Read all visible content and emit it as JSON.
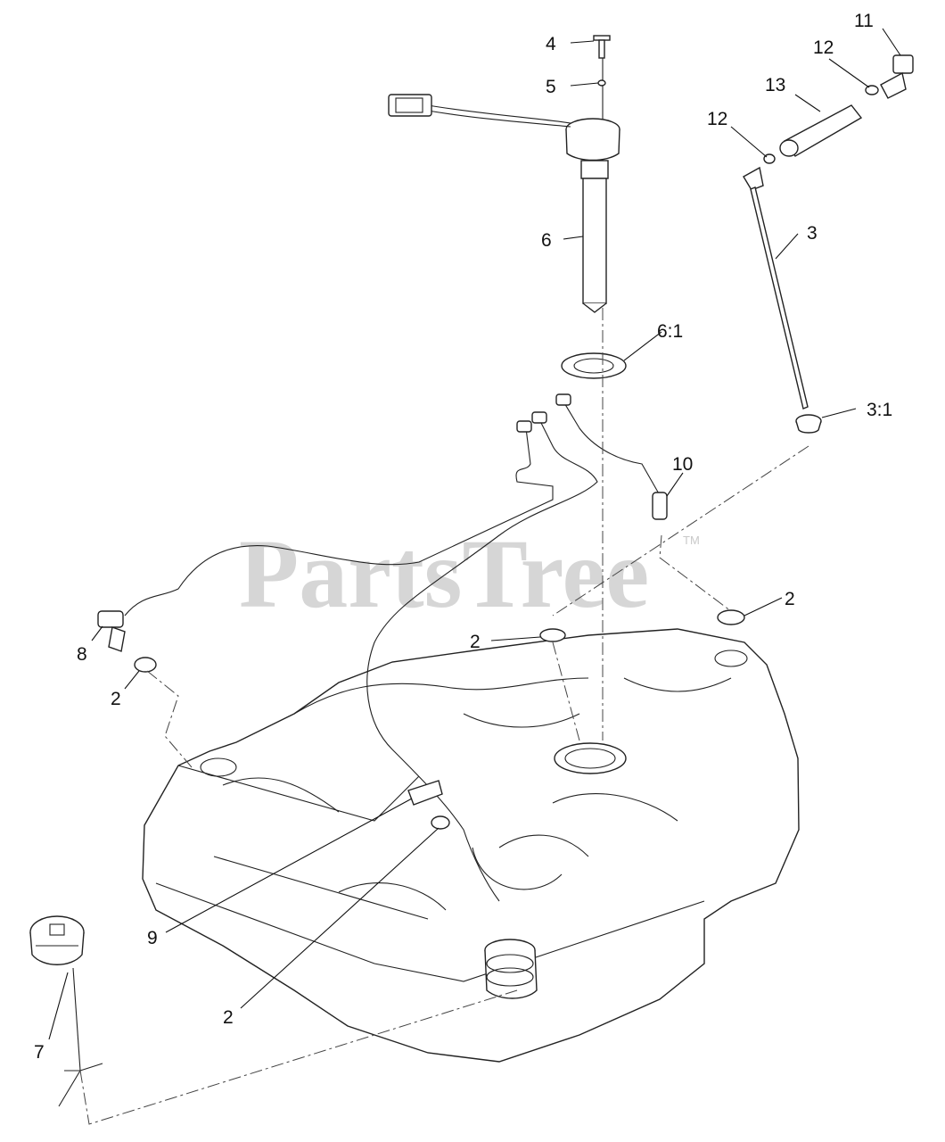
{
  "watermark": {
    "text": "PartsTree",
    "trademark": "TM"
  },
  "callouts": {
    "c4": "4",
    "c5": "5",
    "c6": "6",
    "c6_1": "6:1",
    "c11": "11",
    "c12a": "12",
    "c13": "13",
    "c12b": "12",
    "c3": "3",
    "c3_1": "3:1",
    "c10": "10",
    "c2_right": "2",
    "c2_center": "2",
    "c8": "8",
    "c2_left": "2",
    "c9": "9",
    "c2_bottom": "2",
    "c7": "7"
  }
}
